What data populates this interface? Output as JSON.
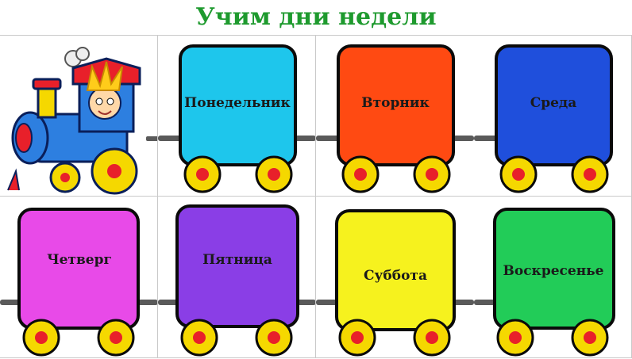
{
  "title": "Учим дни недели",
  "colors": {
    "title": "#1e9a2e",
    "wheel": "#f5d800",
    "hub": "#e8202a",
    "coupler": "#5a5a5a"
  },
  "locomotive": {
    "icon": "locomotive-with-cartoon-boy"
  },
  "days": [
    {
      "label": "Понедельник",
      "color": "#1ec6ec"
    },
    {
      "label": "Вторник",
      "color": "#ff4a12"
    },
    {
      "label": "Среда",
      "color": "#1f4fdc"
    },
    {
      "label": "Четверг",
      "color": "#e84ae8"
    },
    {
      "label": "Пятница",
      "color": "#8a3ee6"
    },
    {
      "label": "Суббота",
      "color": "#f6f21e"
    },
    {
      "label": "Воскресенье",
      "color": "#22cc58"
    }
  ]
}
